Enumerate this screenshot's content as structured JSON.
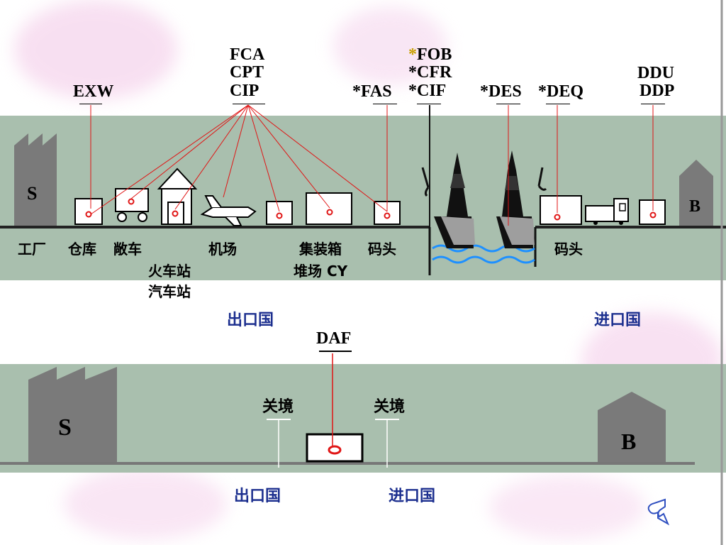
{
  "terms": {
    "exw": "EXW",
    "fca": "FCA",
    "cpt": "CPT",
    "cip": "CIP",
    "fas": "*FAS",
    "fob_star": "*",
    "fob": "FOB",
    "cfr": "*CFR",
    "cif": "*CIF",
    "des": "*DES",
    "deq": "*DEQ",
    "ddu": "DDU",
    "ddp": "DDP",
    "daf": "DAF"
  },
  "locations": {
    "factory": "工厂",
    "warehouse": "仓库",
    "truck": "敞车",
    "rail_station": "火车站",
    "bus_station": "汽车站",
    "airport": "机场",
    "container_yard_1": "集装箱",
    "container_yard_2": "堆场 CY",
    "wharf_export": "码头",
    "wharf_import": "码头",
    "export_country_top": "出口国",
    "import_country_top": "进口国",
    "frontier_left": "关境",
    "frontier_right": "关境",
    "export_country_bottom": "出口国",
    "import_country_bottom": "进口国"
  },
  "building_labels": {
    "seller_top": "S",
    "buyer_top": "B",
    "seller_bottom": "S",
    "buyer_bottom": "B"
  },
  "icons": {
    "factory": "factory-icon",
    "warehouse": "warehouse-box-icon",
    "wagon": "open-wagon-icon",
    "station": "station-house-icon",
    "plane": "airplane-icon",
    "container": "container-icon",
    "ship": "ship-icon",
    "crane": "crane-hook-icon",
    "truck": "truck-icon",
    "back": "return-arrow-icon"
  },
  "colors": {
    "band": "#a9bfae",
    "leader_line": "#e01515",
    "country_text": "#1c2f8f",
    "building": "#7a7a7a",
    "water": "#1e90ff"
  }
}
